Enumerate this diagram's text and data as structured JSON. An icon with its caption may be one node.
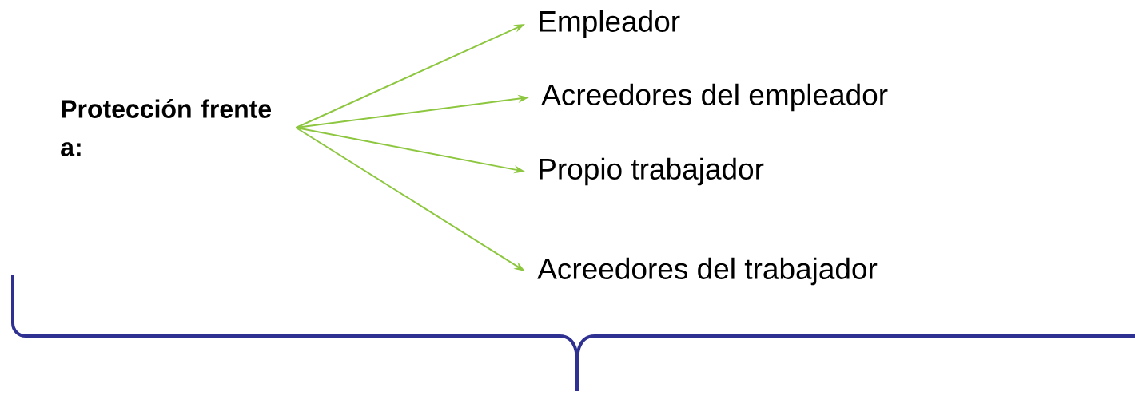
{
  "diagram": {
    "nodes": [
      {
        "text": [
          "Protección frente a:"
        ]
      },
      {
        "text": [
          "Empleador"
        ]
      },
      {
        "text": [
          "Acreedores del empleador"
        ]
      },
      {
        "text": [
          "Propio trabajador"
        ]
      },
      {
        "text": [
          "Acreedores del trabajador"
        ]
      }
    ],
    "edges": [
      {
        "from": 0,
        "to": 1,
        "arrow": "to"
      },
      {
        "from": 0,
        "to": 2,
        "arrow": "to"
      },
      {
        "from": 0,
        "to": 3,
        "arrow": "to"
      },
      {
        "from": 0,
        "to": 4,
        "arrow": "to"
      }
    ]
  }
}
